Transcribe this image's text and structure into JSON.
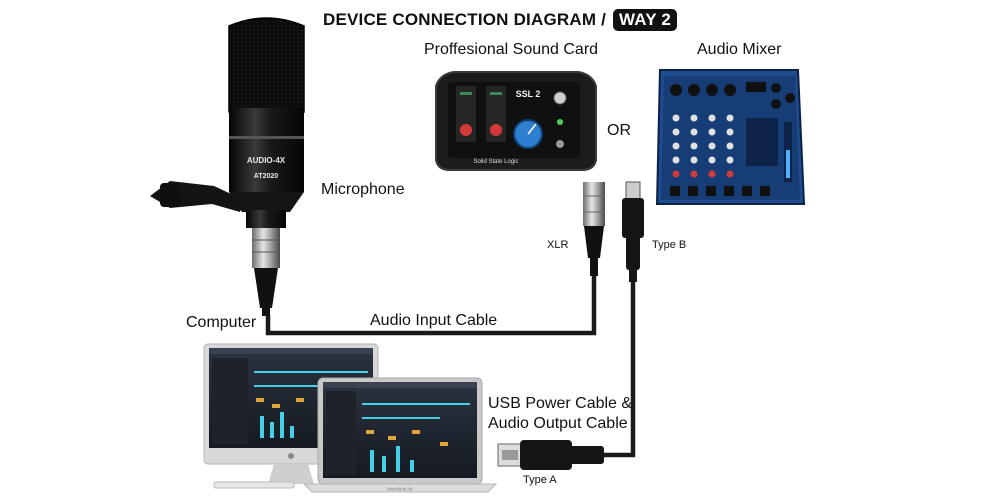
{
  "title": {
    "main": "DEVICE CONNECTION DIAGRAM /",
    "tag": "WAY 2"
  },
  "labels": {
    "sound_card": "Proffesional Sound Card",
    "audio_mixer": "Audio Mixer",
    "or": "OR",
    "microphone": "Microphone",
    "xlr": "XLR",
    "type_b": "Type B",
    "computer": "Computer",
    "audio_input_cable": "Audio Input Cable",
    "usb_line1": "USB Power Cable &",
    "usb_line2": "Audio Output Cable",
    "type_a": "Type A"
  },
  "device_text": {
    "mic_brand": "AUDIO-4X",
    "mic_model": "AT2020",
    "sound_card_brand": "SSL 2",
    "sound_card_maker": "Solid State Logic",
    "laptop_brand": "MacBook Air"
  },
  "colors": {
    "cable": "#1a1a1a",
    "mixer_blue": "#1e4c8f",
    "sound_card_blue": "#2f7fd0",
    "title_tag_bg": "#111111"
  }
}
